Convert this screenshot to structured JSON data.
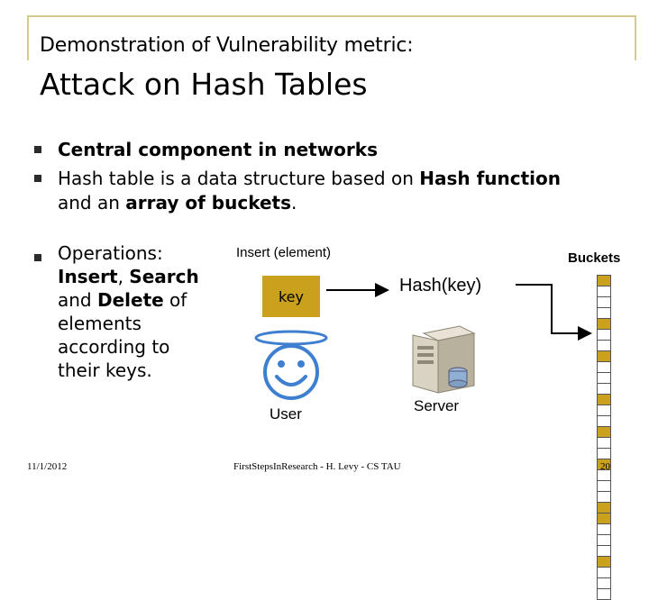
{
  "slide": {
    "subtitle": "Demonstration of Vulnerability metric:",
    "title": "Attack on Hash Tables",
    "bullets": {
      "b1": "Central component in networks",
      "b2_pre": "Hash table is a data structure based on ",
      "b2_bold": "Hash function",
      "b2_line2_pre": "and an ",
      "b2_line2_bold": "array of buckets",
      "b2_line2_post": ".",
      "b3_line1": "Operations:",
      "b3_insert": "Insert",
      "b3_comma": ", ",
      "b3_search": "Search",
      "b3_and": "and ",
      "b3_delete": "Delete",
      "b3_of": " of",
      "b3_line3": "elements",
      "b3_line4": "according to",
      "b3_line5": "their keys."
    }
  },
  "diagram": {
    "insert_label": "Insert (element)",
    "buckets_label": "Buckets",
    "key_label": "key",
    "hash_label": "Hash(key)",
    "user_label": "User",
    "server_label": "Server",
    "bucket_fill_color": "#c9a11c",
    "buckets": [
      true,
      false,
      false,
      false,
      true,
      false,
      false,
      true,
      false,
      false,
      false,
      true,
      false,
      false,
      true,
      false,
      false,
      true,
      false,
      false,
      false,
      true,
      true,
      false,
      false,
      false,
      true,
      false,
      false,
      false
    ]
  },
  "footer": {
    "date": "11/1/2012",
    "center": "FirstStepsInResearch - H. Levy - CS TAU",
    "page": "20"
  }
}
